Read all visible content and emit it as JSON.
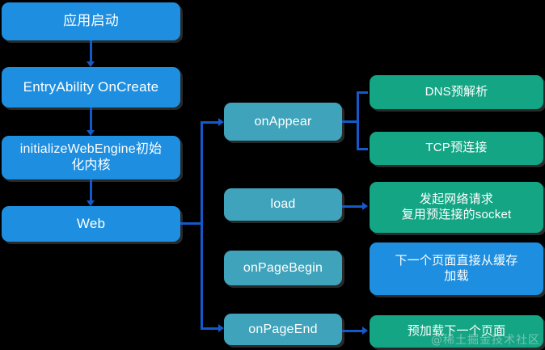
{
  "diagram": {
    "title": "HarmonyOS Web preload flow",
    "colors": {
      "background": "#000000",
      "blue": "#1e8fe0",
      "teal": "#3fa3bb",
      "green": "#14a584",
      "connector": "#1559c8",
      "text": "#ffffff"
    },
    "left_column": [
      {
        "id": "app-start",
        "label": "应用启动"
      },
      {
        "id": "entry-ability-oncreate",
        "label": "EntryAbility OnCreate"
      },
      {
        "id": "initialize-web-engine",
        "label": "initializeWebEngine初始\n化内核"
      },
      {
        "id": "web",
        "label": "Web"
      }
    ],
    "middle_column": [
      {
        "id": "on-appear",
        "label": "onAppear"
      },
      {
        "id": "load",
        "label": "load"
      },
      {
        "id": "on-page-begin",
        "label": "onPageBegin"
      },
      {
        "id": "on-page-end",
        "label": "onPageEnd"
      }
    ],
    "right_column": [
      {
        "id": "dns-prefetch",
        "label": "DNS预解析"
      },
      {
        "id": "tcp-preconnect",
        "label": "TCP预连接"
      },
      {
        "id": "network-request",
        "label": "发起网络请求\n复用预连接的socket"
      },
      {
        "id": "cache-load",
        "label": "下一个页面直接从缓存\n加载"
      },
      {
        "id": "preload-next",
        "label": "预加载下一个页面"
      }
    ]
  },
  "watermark": {
    "text": "@稀土掘金技术社区"
  }
}
